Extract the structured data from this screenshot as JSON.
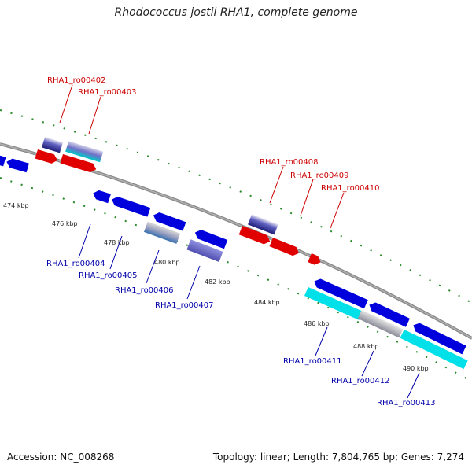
{
  "title": "Rhodococcus jostii RHA1, complete genome",
  "footer": {
    "accession": "Accession: NC_008268",
    "topology": "Topology: linear; Length: 7,804,765 bp; Genes: 7,274"
  },
  "ticks": [
    "474 kbp",
    "476 kbp",
    "478 kbp",
    "480 kbp",
    "482 kbp",
    "484 kbp",
    "486 kbp",
    "488 kbp",
    "490 kbp"
  ],
  "colors": {
    "forward_gene": "#e00000",
    "reverse_gene": "#0000dd",
    "cyan_feature": "#00e0e8",
    "backbone": "#8a8a8a",
    "tick_mark": "#2a8a2a",
    "forward_label": "#cc0000",
    "reverse_label": "#0000aa"
  },
  "forward_labels": [
    "RHA1_ro00402",
    "RHA1_ro00403",
    "RHA1_ro00408",
    "RHA1_ro00409",
    "RHA1_ro00410"
  ],
  "reverse_labels": [
    "RHA1_ro00404",
    "RHA1_ro00405",
    "RHA1_ro00406",
    "RHA1_ro00407",
    "RHA1_ro00411",
    "RHA1_ro00412",
    "RHA1_ro00413"
  ]
}
